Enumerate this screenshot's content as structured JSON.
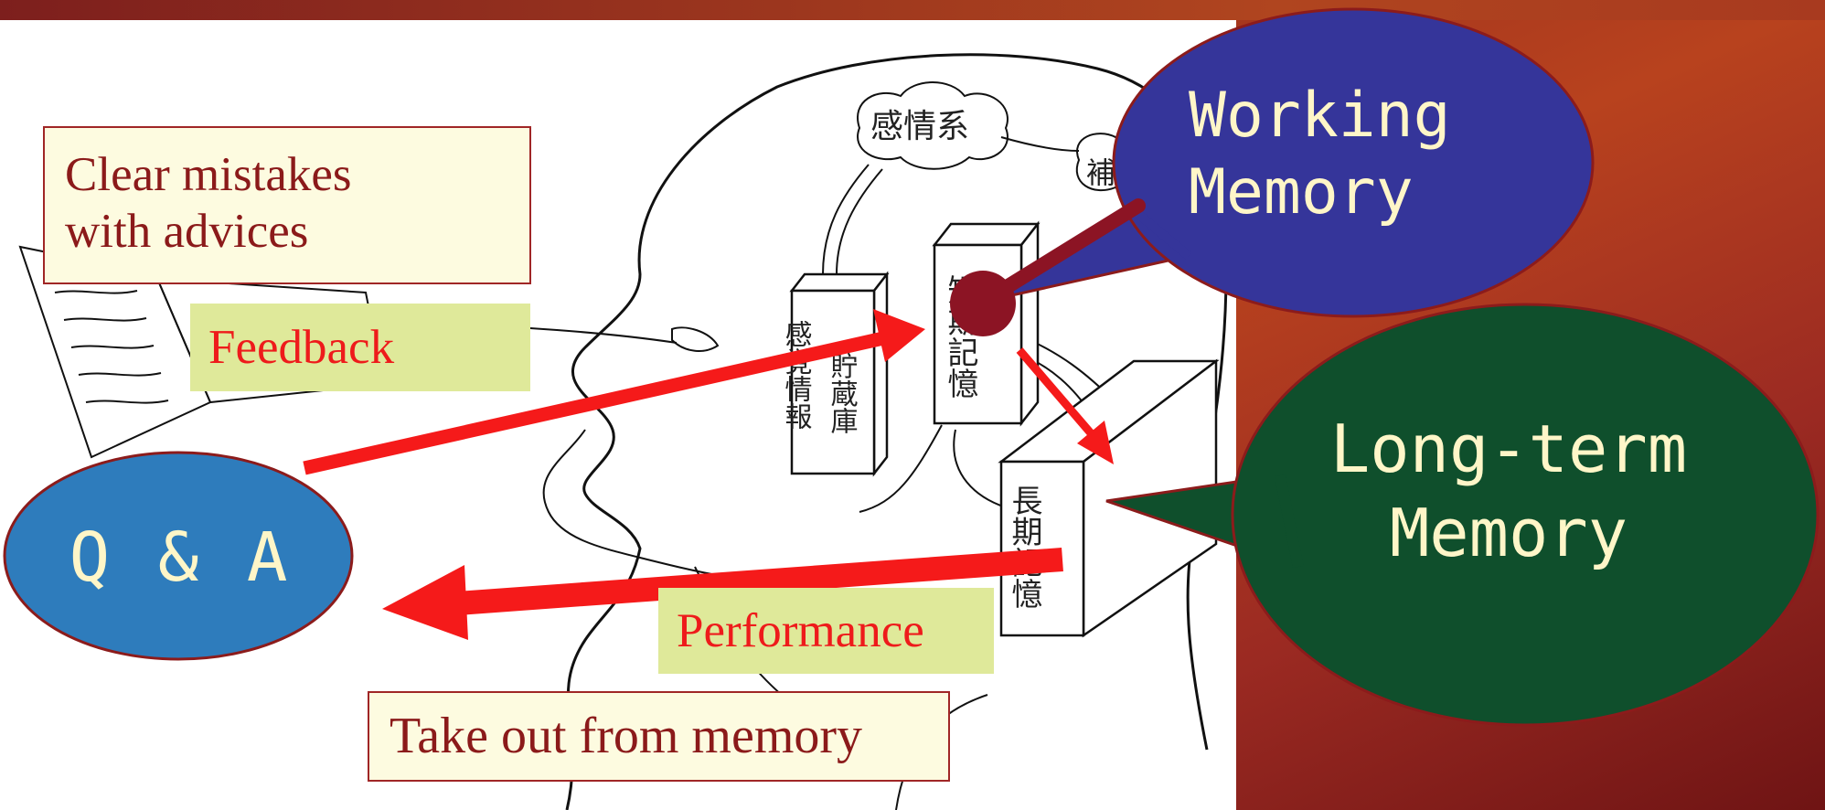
{
  "notes": {
    "clear_line1": "Clear mistakes",
    "clear_line2": "with advices",
    "take_out": "Take out from memory"
  },
  "tags": {
    "feedback": "Feedback",
    "performance": "Performance"
  },
  "bubbles": {
    "working_memory_line1": "Working",
    "working_memory_line2": "Memory",
    "long_term_line1": "Long-term",
    "long_term_line2": "Memory",
    "qa": "Q & A"
  },
  "figure": {
    "cloud_label": "感情系",
    "cloud2_label": "補",
    "sensory_box_label": "感覚情報",
    "storage_label": "貯蔵庫",
    "short_term_label": "短期記憶",
    "long_term_label": "長期記憶"
  },
  "colors": {
    "working_memory_fill": "#35359a",
    "long_term_fill": "#0f4f2c",
    "qa_fill": "#2e7cbc",
    "arrow": "#f51a1a",
    "label_text": "#8b1a1a",
    "tag_fill": "#dfe99a"
  }
}
